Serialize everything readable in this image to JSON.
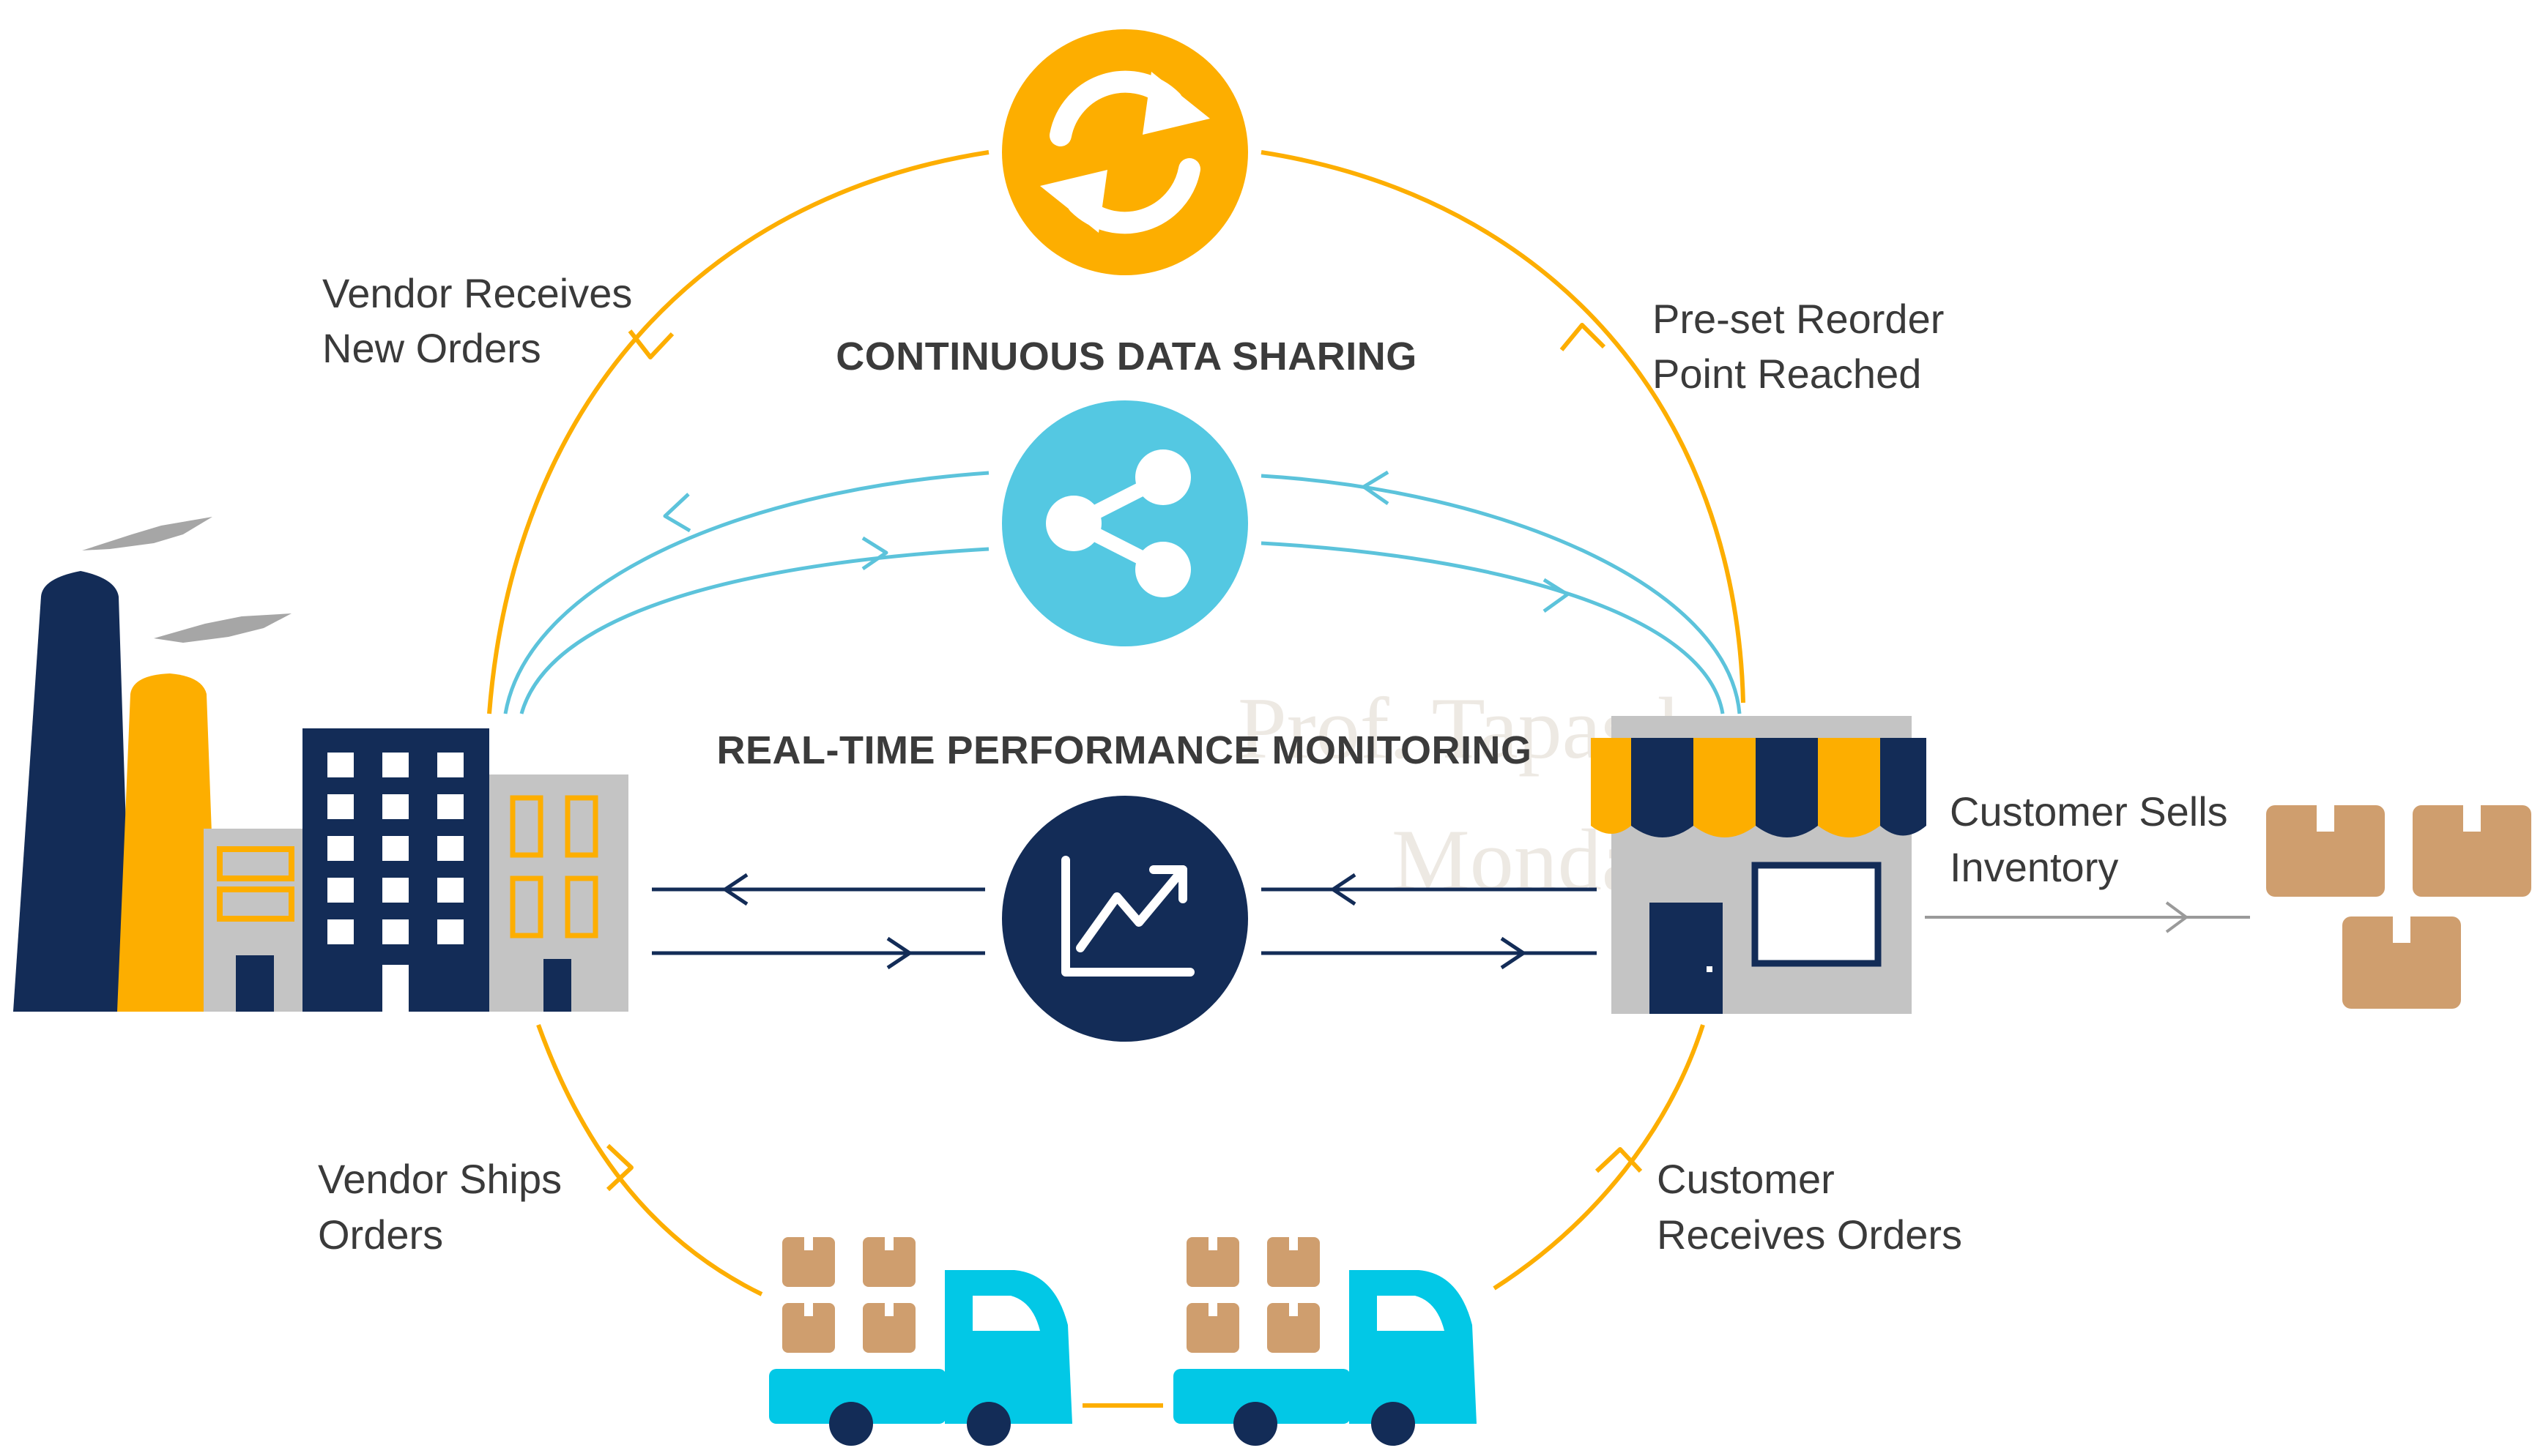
{
  "colors": {
    "navy": "#132c57",
    "yellow": "#fdae00",
    "cyan_circle": "#54c8e2",
    "cyan_line": "#5cc3db",
    "truck": "#02c8e6",
    "box": "#cf9e6e",
    "gray_building": "#c4c4c4",
    "smoke": "#a6a6a6",
    "text": "#3a3a3a"
  },
  "headings": {
    "data_sharing": "CONTINUOUS DATA SHARING",
    "monitoring": "REAL-TIME PERFORMANCE MONITORING"
  },
  "labels": {
    "vendor_receives_1": "Vendor Receives",
    "vendor_receives_2": "New Orders",
    "reorder_point_1": "Pre-set Reorder",
    "reorder_point_2": "Point Reached",
    "customer_sells_1": "Customer Sells",
    "customer_sells_2": "Inventory",
    "vendor_ships_1": "Vendor Ships",
    "vendor_ships_2": "Orders",
    "customer_receives_1": "Customer",
    "customer_receives_2": "Receives Orders"
  },
  "watermark": {
    "line1": "Prof. Tapas kr.",
    "line2": "Mondal"
  },
  "icons": {
    "sync": "sync-icon",
    "share": "share-icon",
    "trend": "trend-chart-icon"
  }
}
